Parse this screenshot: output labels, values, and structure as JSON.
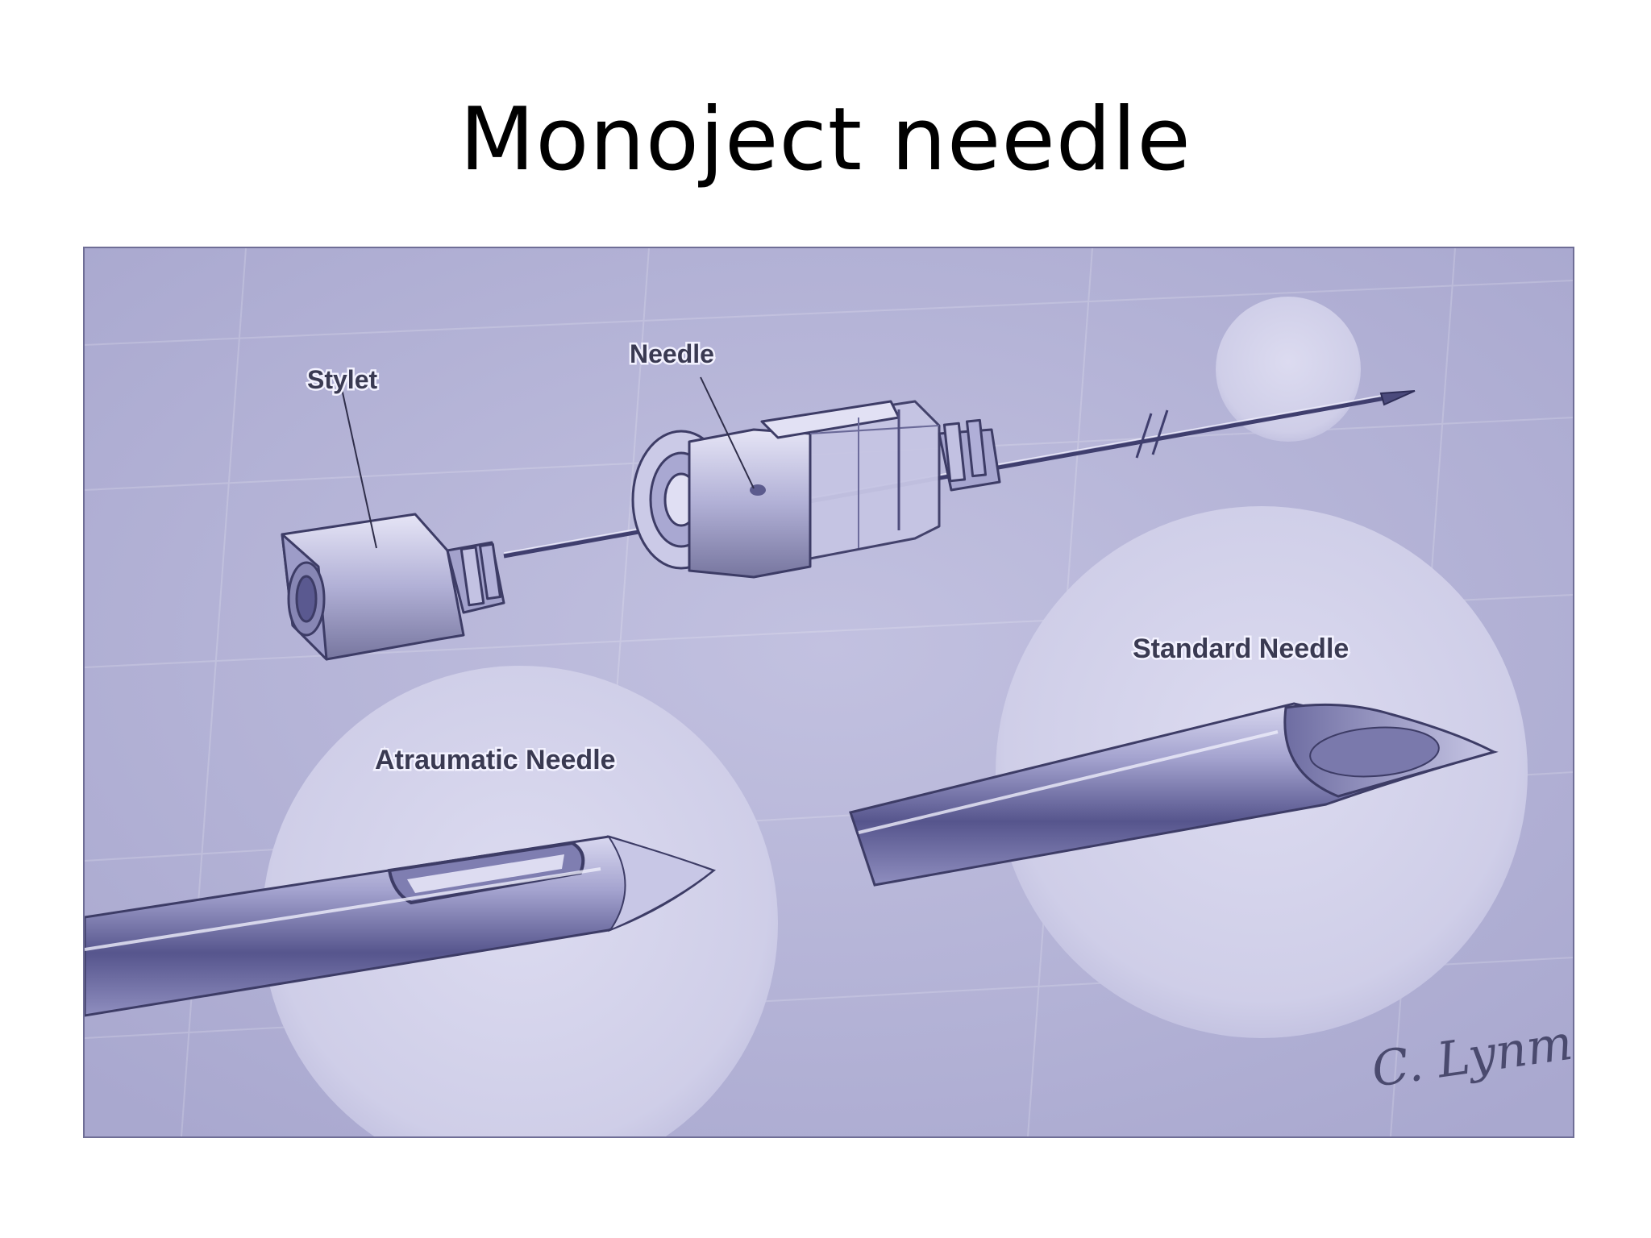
{
  "slide": {
    "title": "Monoject needle"
  },
  "figure": {
    "labels": {
      "stylet": "Stylet",
      "needle": "Needle",
      "atraumatic": "Atraumatic Needle",
      "standard": "Standard Needle"
    },
    "signature": "C. Lynm"
  },
  "colors": {
    "background": "#b6b5d7",
    "highlight_circle": "#d2d1ea",
    "metal_dark": "#4f4e86",
    "label_text": "#3a3a52"
  }
}
